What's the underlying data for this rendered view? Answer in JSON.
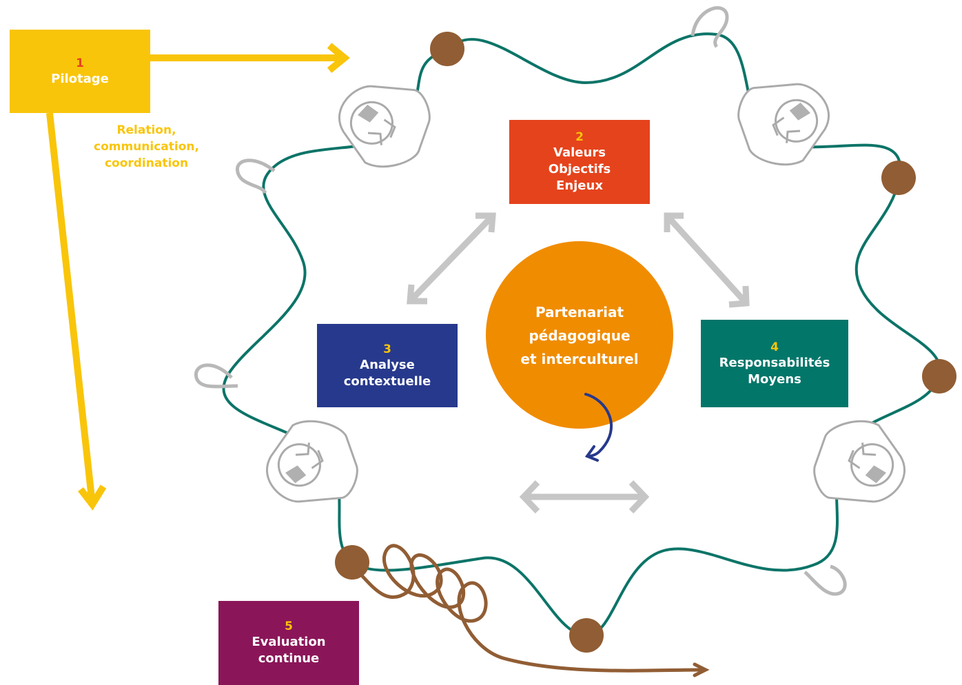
{
  "boxes": {
    "pilotage": {
      "number": "1",
      "lines": [
        "Pilotage"
      ]
    },
    "valeurs": {
      "number": "2",
      "lines": [
        "Valeurs",
        "Objectifs",
        "Enjeux"
      ]
    },
    "analyse": {
      "number": "3",
      "lines": [
        "Analyse",
        "contextuelle"
      ]
    },
    "responsabilites": {
      "number": "4",
      "lines": [
        "Responsabilités",
        "Moyens"
      ]
    },
    "evaluation": {
      "number": "5",
      "lines": [
        "Evaluation",
        "continue"
      ]
    }
  },
  "center": {
    "lines": [
      "Partenariat",
      "pédagogique",
      "et interculturel"
    ]
  },
  "side_note": {
    "lines": [
      "Relation,",
      "communication,",
      "coordination"
    ]
  },
  "colors": {
    "yellow": "#f9c50a",
    "red": "#e5431c",
    "blue": "#27398c",
    "teal": "#03766a",
    "purple": "#8a1659",
    "orange": "#f08c00",
    "string": "#0c7468",
    "bead": "#915d34",
    "grey": "#c8c8c8"
  },
  "icons": {
    "hands": [
      "hand-icon-top-left",
      "hand-icon-top-right",
      "hand-icon-bottom-left",
      "hand-icon-bottom-right"
    ],
    "cycle": "cycle-arrow-icon",
    "spring": "spring-coil-icon"
  }
}
